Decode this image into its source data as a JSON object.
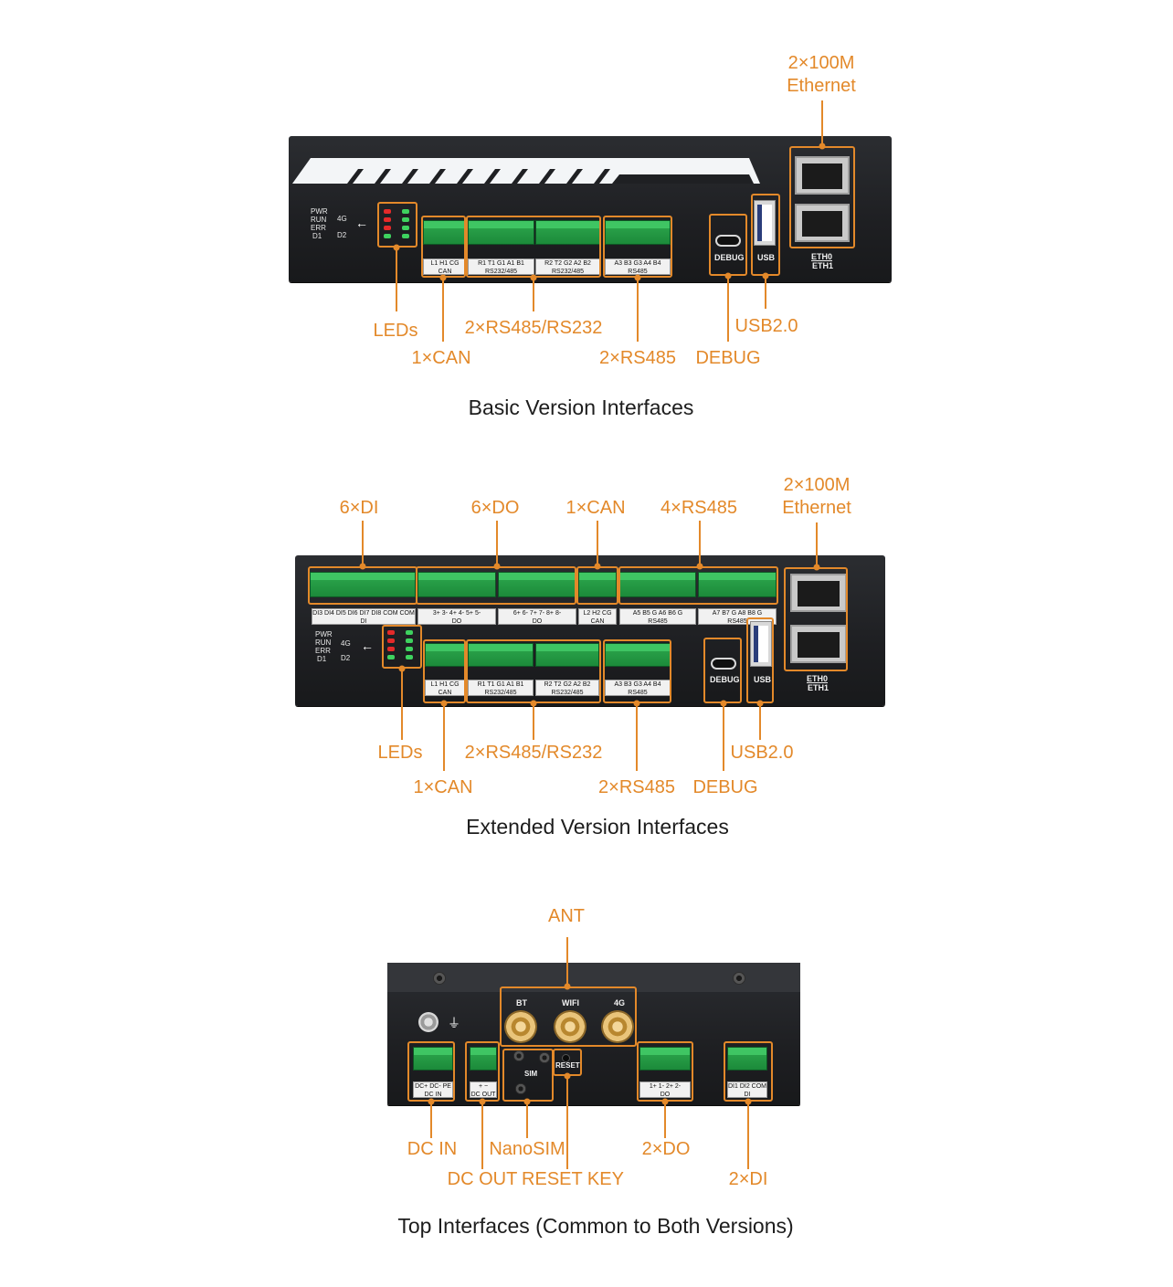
{
  "basic": {
    "callouts": {
      "ethernet_line1": "2×100M",
      "ethernet_line2": "Ethernet",
      "leds": "LEDs",
      "can": "1×CAN",
      "rs485_rs232": "2×RS485/RS232",
      "rs485": "2×RS485",
      "debug": "DEBUG",
      "usb": "USB2.0"
    },
    "caption": "Basic Version Interfaces",
    "panel_text": {
      "led_names": [
        "PWR",
        "RUN",
        "ERR",
        "D1"
      ],
      "led_side": "4G",
      "led_side2": "D2",
      "can_pins": [
        "L1",
        "H1",
        "CG"
      ],
      "can_group": "CAN",
      "rs232a_pins": [
        "R1",
        "T1",
        "G1",
        "A1",
        "B1"
      ],
      "rs232a_group": "RS232/485",
      "rs232b_pins": [
        "R2",
        "T2",
        "G2",
        "A2",
        "B2"
      ],
      "rs232b_group": "RS232/485",
      "rs485_pins": [
        "A3",
        "B3",
        "G3",
        "A4",
        "B4"
      ],
      "rs485_group": "RS485",
      "debug_label": "DEBUG",
      "usb_label": "USB",
      "eth0": "ETH0",
      "eth1": "ETH1"
    }
  },
  "extended": {
    "callouts": {
      "di": "6×DI",
      "do": "6×DO",
      "can_top": "1×CAN",
      "rs485_top": "4×RS485",
      "ethernet_line1": "2×100M",
      "ethernet_line2": "Ethernet",
      "leds": "LEDs",
      "rs485_rs232": "2×RS485/RS232",
      "usb": "USB2.0",
      "can": "1×CAN",
      "rs485": "2×RS485",
      "debug": "DEBUG"
    },
    "caption": "Extended Version Interfaces",
    "panel_text": {
      "di_pins": [
        "DI3",
        "DI4",
        "DI5",
        "DI6",
        "DI7",
        "DI8",
        "COM",
        "COM"
      ],
      "di_group": "DI",
      "do1_pins": [
        "3+",
        "3-",
        "4+",
        "4-",
        "5+",
        "5-"
      ],
      "do1_group": "DO",
      "do2_pins": [
        "6+",
        "6-",
        "7+",
        "7-",
        "8+",
        "8-"
      ],
      "do2_group": "DO",
      "can2_pins": [
        "L2",
        "H2",
        "CG"
      ],
      "can2_group": "CAN",
      "rs485a_pins": [
        "A5",
        "B5",
        "G",
        "A6",
        "B6",
        "G"
      ],
      "rs485a_group": "RS485",
      "rs485b_pins": [
        "A7",
        "B7",
        "G",
        "A8",
        "B8",
        "G"
      ],
      "rs485b_group": "RS485",
      "led_names": [
        "PWR",
        "RUN",
        "ERR",
        "D1"
      ],
      "led_side": "4G",
      "led_side2": "D2",
      "can_pins": [
        "L1",
        "H1",
        "CG"
      ],
      "can_group": "CAN",
      "rs232a_pins": [
        "R1",
        "T1",
        "G1",
        "A1",
        "B1"
      ],
      "rs232a_group": "RS232/485",
      "rs232b_pins": [
        "R2",
        "T2",
        "G2",
        "A2",
        "B2"
      ],
      "rs232b_group": "RS232/485",
      "rs485_pins": [
        "A3",
        "B3",
        "G3",
        "A4",
        "B4"
      ],
      "rs485_group": "RS485",
      "debug_label": "DEBUG",
      "usb_label": "USB",
      "eth0": "ETH0",
      "eth1": "ETH1"
    }
  },
  "top": {
    "callouts": {
      "ant": "ANT",
      "dc_in": "DC IN",
      "nanosim": "NanoSIM",
      "do": "2×DO",
      "dc_out": "DC OUT",
      "reset": "RESET KEY",
      "di": "2×DI"
    },
    "caption": "Top Interfaces (Common to Both Versions)",
    "panel_text": {
      "bt": "BT",
      "wifi": "WIFI",
      "g4": "4G",
      "sim": "SIM",
      "reset": "RESET",
      "dcin_pins": [
        "DC+",
        "DC-",
        "PE"
      ],
      "dcin_group": "DC IN",
      "dcout_pins": [
        "+",
        "−"
      ],
      "dcout_group": "DC OUT",
      "do_pins": [
        "1+",
        "1-",
        "2+",
        "2-"
      ],
      "do_group": "DO",
      "di_pins": [
        "DI1",
        "DI2",
        "COM"
      ],
      "di_group": "DI",
      "ground": "⏚"
    }
  },
  "colors": {
    "accent": "#e3892a",
    "terminal": "#25a046",
    "chassis": "#1f2023",
    "caption": "#1d1d1d"
  }
}
